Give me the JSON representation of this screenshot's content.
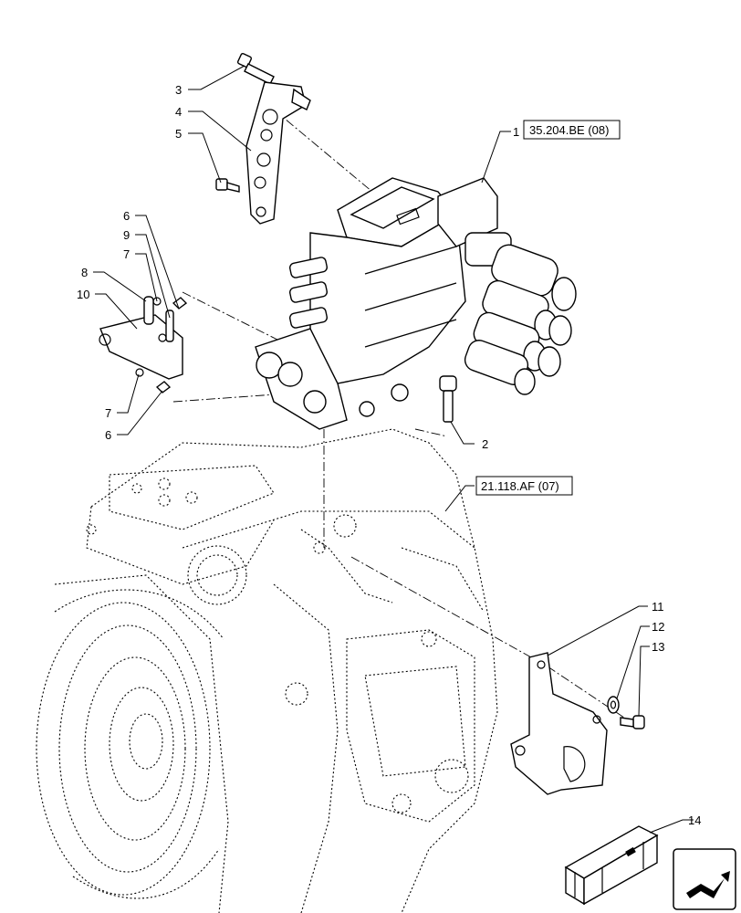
{
  "diagram": {
    "callouts": {
      "c1": "1",
      "c2": "2",
      "c3": "3",
      "c4": "4",
      "c5": "5",
      "c6a": "6",
      "c6b": "6",
      "c7a": "7",
      "c7b": "7",
      "c8": "8",
      "c9": "9",
      "c10": "10",
      "c11": "11",
      "c12": "12",
      "c13": "13",
      "c14": "14"
    },
    "references": {
      "valve_ref": "35.204.BE (08)",
      "housing_ref": "21.118.AF (07)"
    }
  },
  "icons": {
    "kit": "kit-box-icon",
    "nav": "navigation-arrow-icon"
  }
}
